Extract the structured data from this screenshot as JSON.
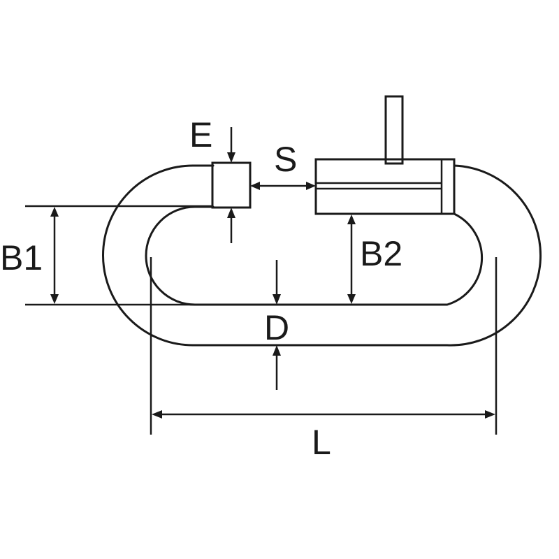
{
  "diagram": {
    "labels": {
      "E": "E",
      "S": "S",
      "B1": "B1",
      "B2": "B2",
      "D": "D",
      "L": "L"
    },
    "colors": {
      "line": "#1a1a1a",
      "background": "#ffffff"
    }
  }
}
